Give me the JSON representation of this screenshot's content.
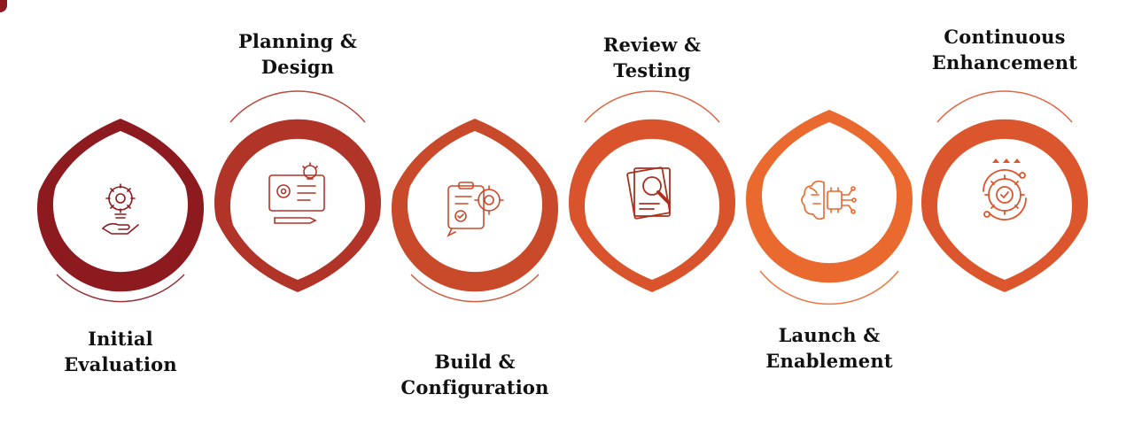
{
  "colors": {
    "stage_1": "#8c1a1f",
    "stage_2": "#b13428",
    "stage_3": "#c94a2b",
    "stage_4": "#d9542c",
    "stage_5": "#e9692e",
    "stage_6": "#db562c",
    "ring": "#ffffff"
  },
  "stages": [
    {
      "label_line1": "Initial",
      "label_line2": "Evaluation",
      "icon": "lightbulb-gear-hand-icon",
      "color": "#8c1a1f"
    },
    {
      "label_line1": "Planning &",
      "label_line2": "Design",
      "icon": "planning-board-lightbulb-icon",
      "color": "#b13428"
    },
    {
      "label_line1": "Build &",
      "label_line2": "Configuration",
      "icon": "checklist-gear-icon",
      "color": "#c94a2b"
    },
    {
      "label_line1": "Review &",
      "label_line2": "Testing",
      "icon": "document-magnifier-icon",
      "color": "#d9542c"
    },
    {
      "label_line1": "Launch &",
      "label_line2": "Enablement",
      "icon": "brain-chip-icon",
      "color": "#e9692e"
    },
    {
      "label_line1": "Continuous",
      "label_line2": "Enhancement",
      "icon": "cycle-gear-icon",
      "color": "#db562c"
    }
  ]
}
